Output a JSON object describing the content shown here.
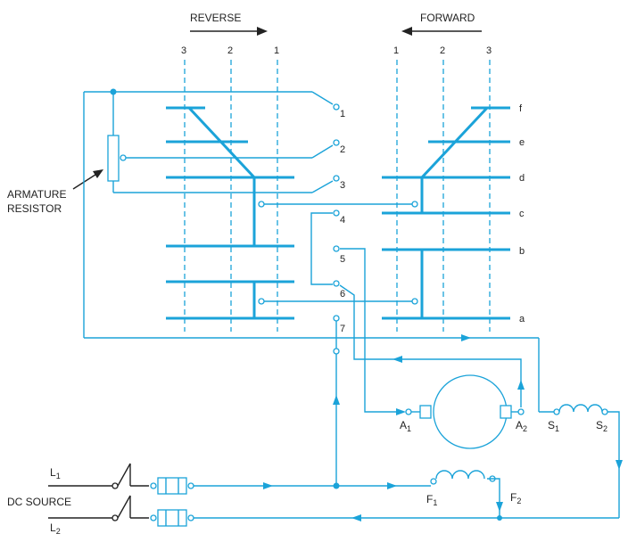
{
  "header": {
    "reverse": "REVERSE",
    "forward": "FORWARD"
  },
  "reverse_columns": [
    "3",
    "2",
    "1"
  ],
  "forward_columns": [
    "1",
    "2",
    "3"
  ],
  "contacts": [
    "1",
    "2",
    "3",
    "4",
    "5",
    "6",
    "7"
  ],
  "forward_rows": [
    "f",
    "e",
    "d",
    "c",
    "b",
    "a"
  ],
  "resistor_label": [
    "ARMATURE",
    "RESISTOR"
  ],
  "source": {
    "l1": "L",
    "l1_sub": "1",
    "name": "DC SOURCE",
    "l2": "L",
    "l2_sub": "2"
  },
  "motor": {
    "a1": "A",
    "a1_sub": "1",
    "a2": "A",
    "a2_sub": "2",
    "s1": "S",
    "s1_sub": "1",
    "s2": "S",
    "s2_sub": "2",
    "f1": "F",
    "f1_sub": "1",
    "f2": "F",
    "f2_sub": "2"
  },
  "colors": {
    "wire": "#1ba3d9",
    "text": "#222222"
  }
}
